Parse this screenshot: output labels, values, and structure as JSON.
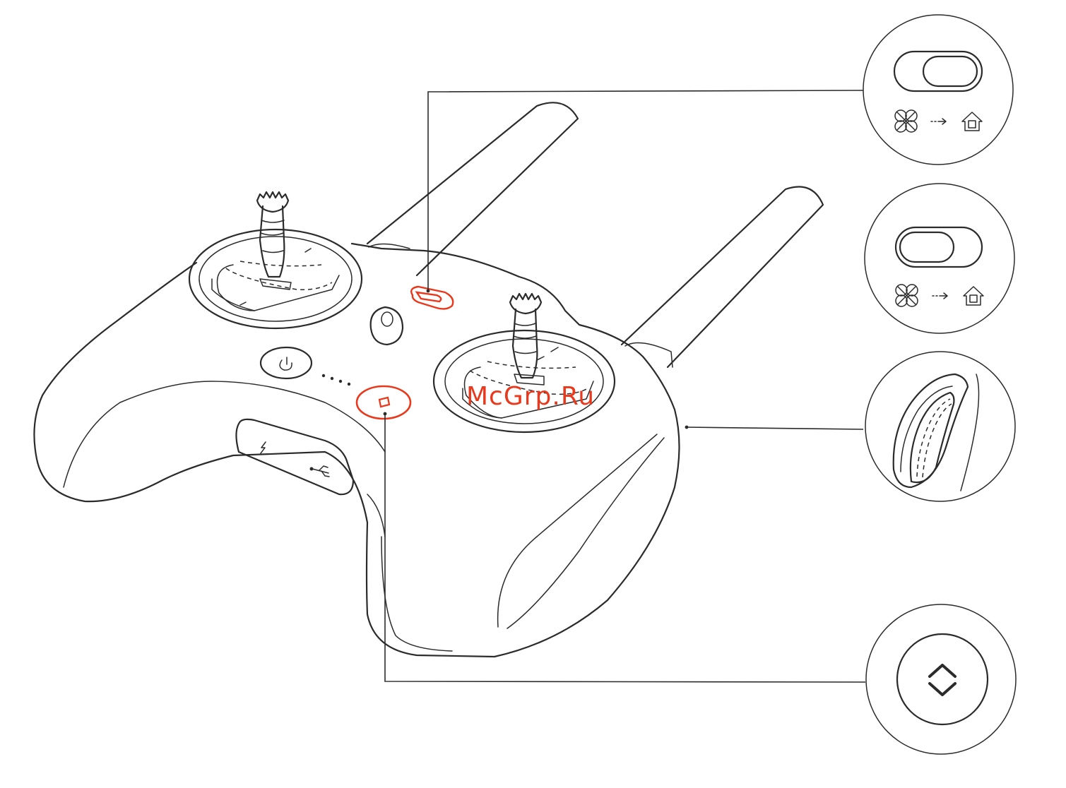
{
  "watermark": {
    "text": "McGrp.Ru",
    "color": "#e8391d"
  },
  "colors": {
    "line": "#2b2b2b",
    "highlight": "#e8391d",
    "background": "#ffffff"
  },
  "callouts": [
    {
      "id": "rth-switch-off",
      "icons": [
        "slide-switch-icon",
        "drone-icon",
        "arrow-right-icon",
        "home-icon"
      ]
    },
    {
      "id": "rth-switch-on",
      "icons": [
        "slide-switch-icon",
        "drone-icon",
        "arrow-right-icon",
        "home-icon"
      ]
    },
    {
      "id": "gimbal-dial",
      "icons": [
        "dial-wheel-icon"
      ]
    },
    {
      "id": "takeoff-landing-button",
      "icons": [
        "chevron-up-down-icon"
      ]
    }
  ],
  "controller_icons": [
    "power-icon",
    "lightning-icon",
    "usb-icon",
    "takeoff-icon"
  ]
}
